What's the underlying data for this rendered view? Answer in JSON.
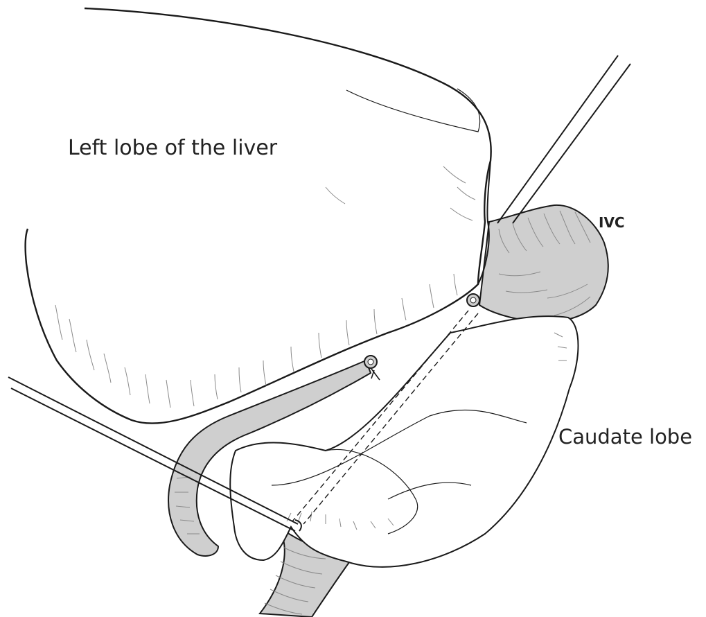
{
  "labels": {
    "left_lobe": "Left lobe of the liver",
    "ivc": "IVC",
    "caudate_lobe": "Caudate lobe"
  },
  "colors": {
    "outline": "#1a1a1a",
    "vessel_fill": "#cfcfcf",
    "hatch": "#8a8a8a",
    "background": "#ffffff"
  }
}
